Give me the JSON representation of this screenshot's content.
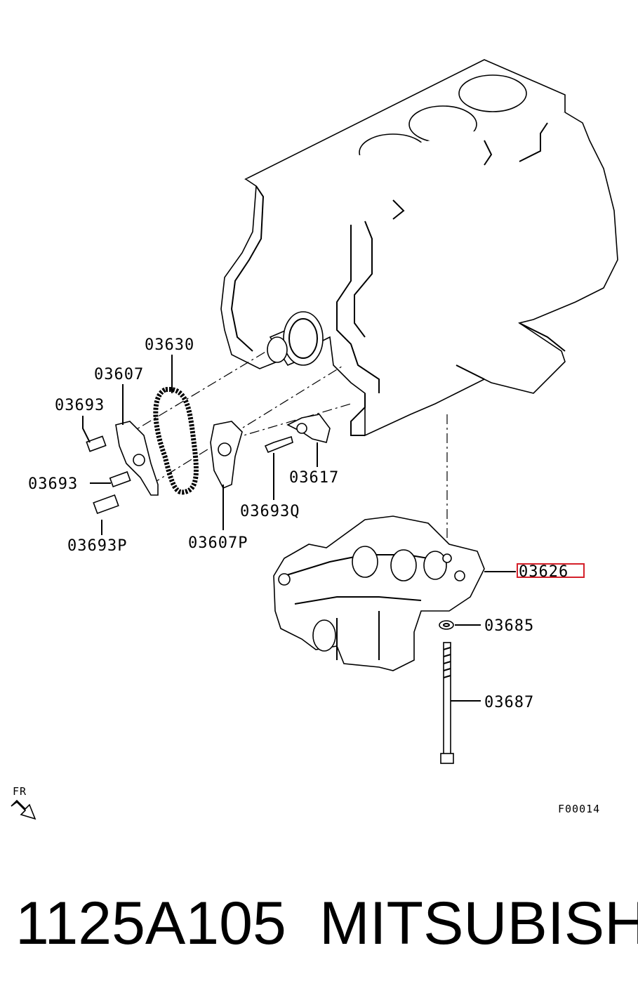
{
  "diagram": {
    "callouts": {
      "timing_belt": "03630",
      "belt_cover": "03607",
      "bolt_upper": "03693",
      "bolt_middle": "03693",
      "bolt_p": "03693P",
      "tensioner": "03607P",
      "bolt_q": "03693Q",
      "tensioner_bracket": "03617",
      "balancer_assembly": "03626",
      "washer": "03685",
      "long_bolt": "03687"
    },
    "direction_label": "FR",
    "figure_code": "F00014",
    "highlight_color": "#d4202a"
  },
  "footer": {
    "part_number": "1125A105",
    "manufacturer": "MITSUBISHI"
  }
}
